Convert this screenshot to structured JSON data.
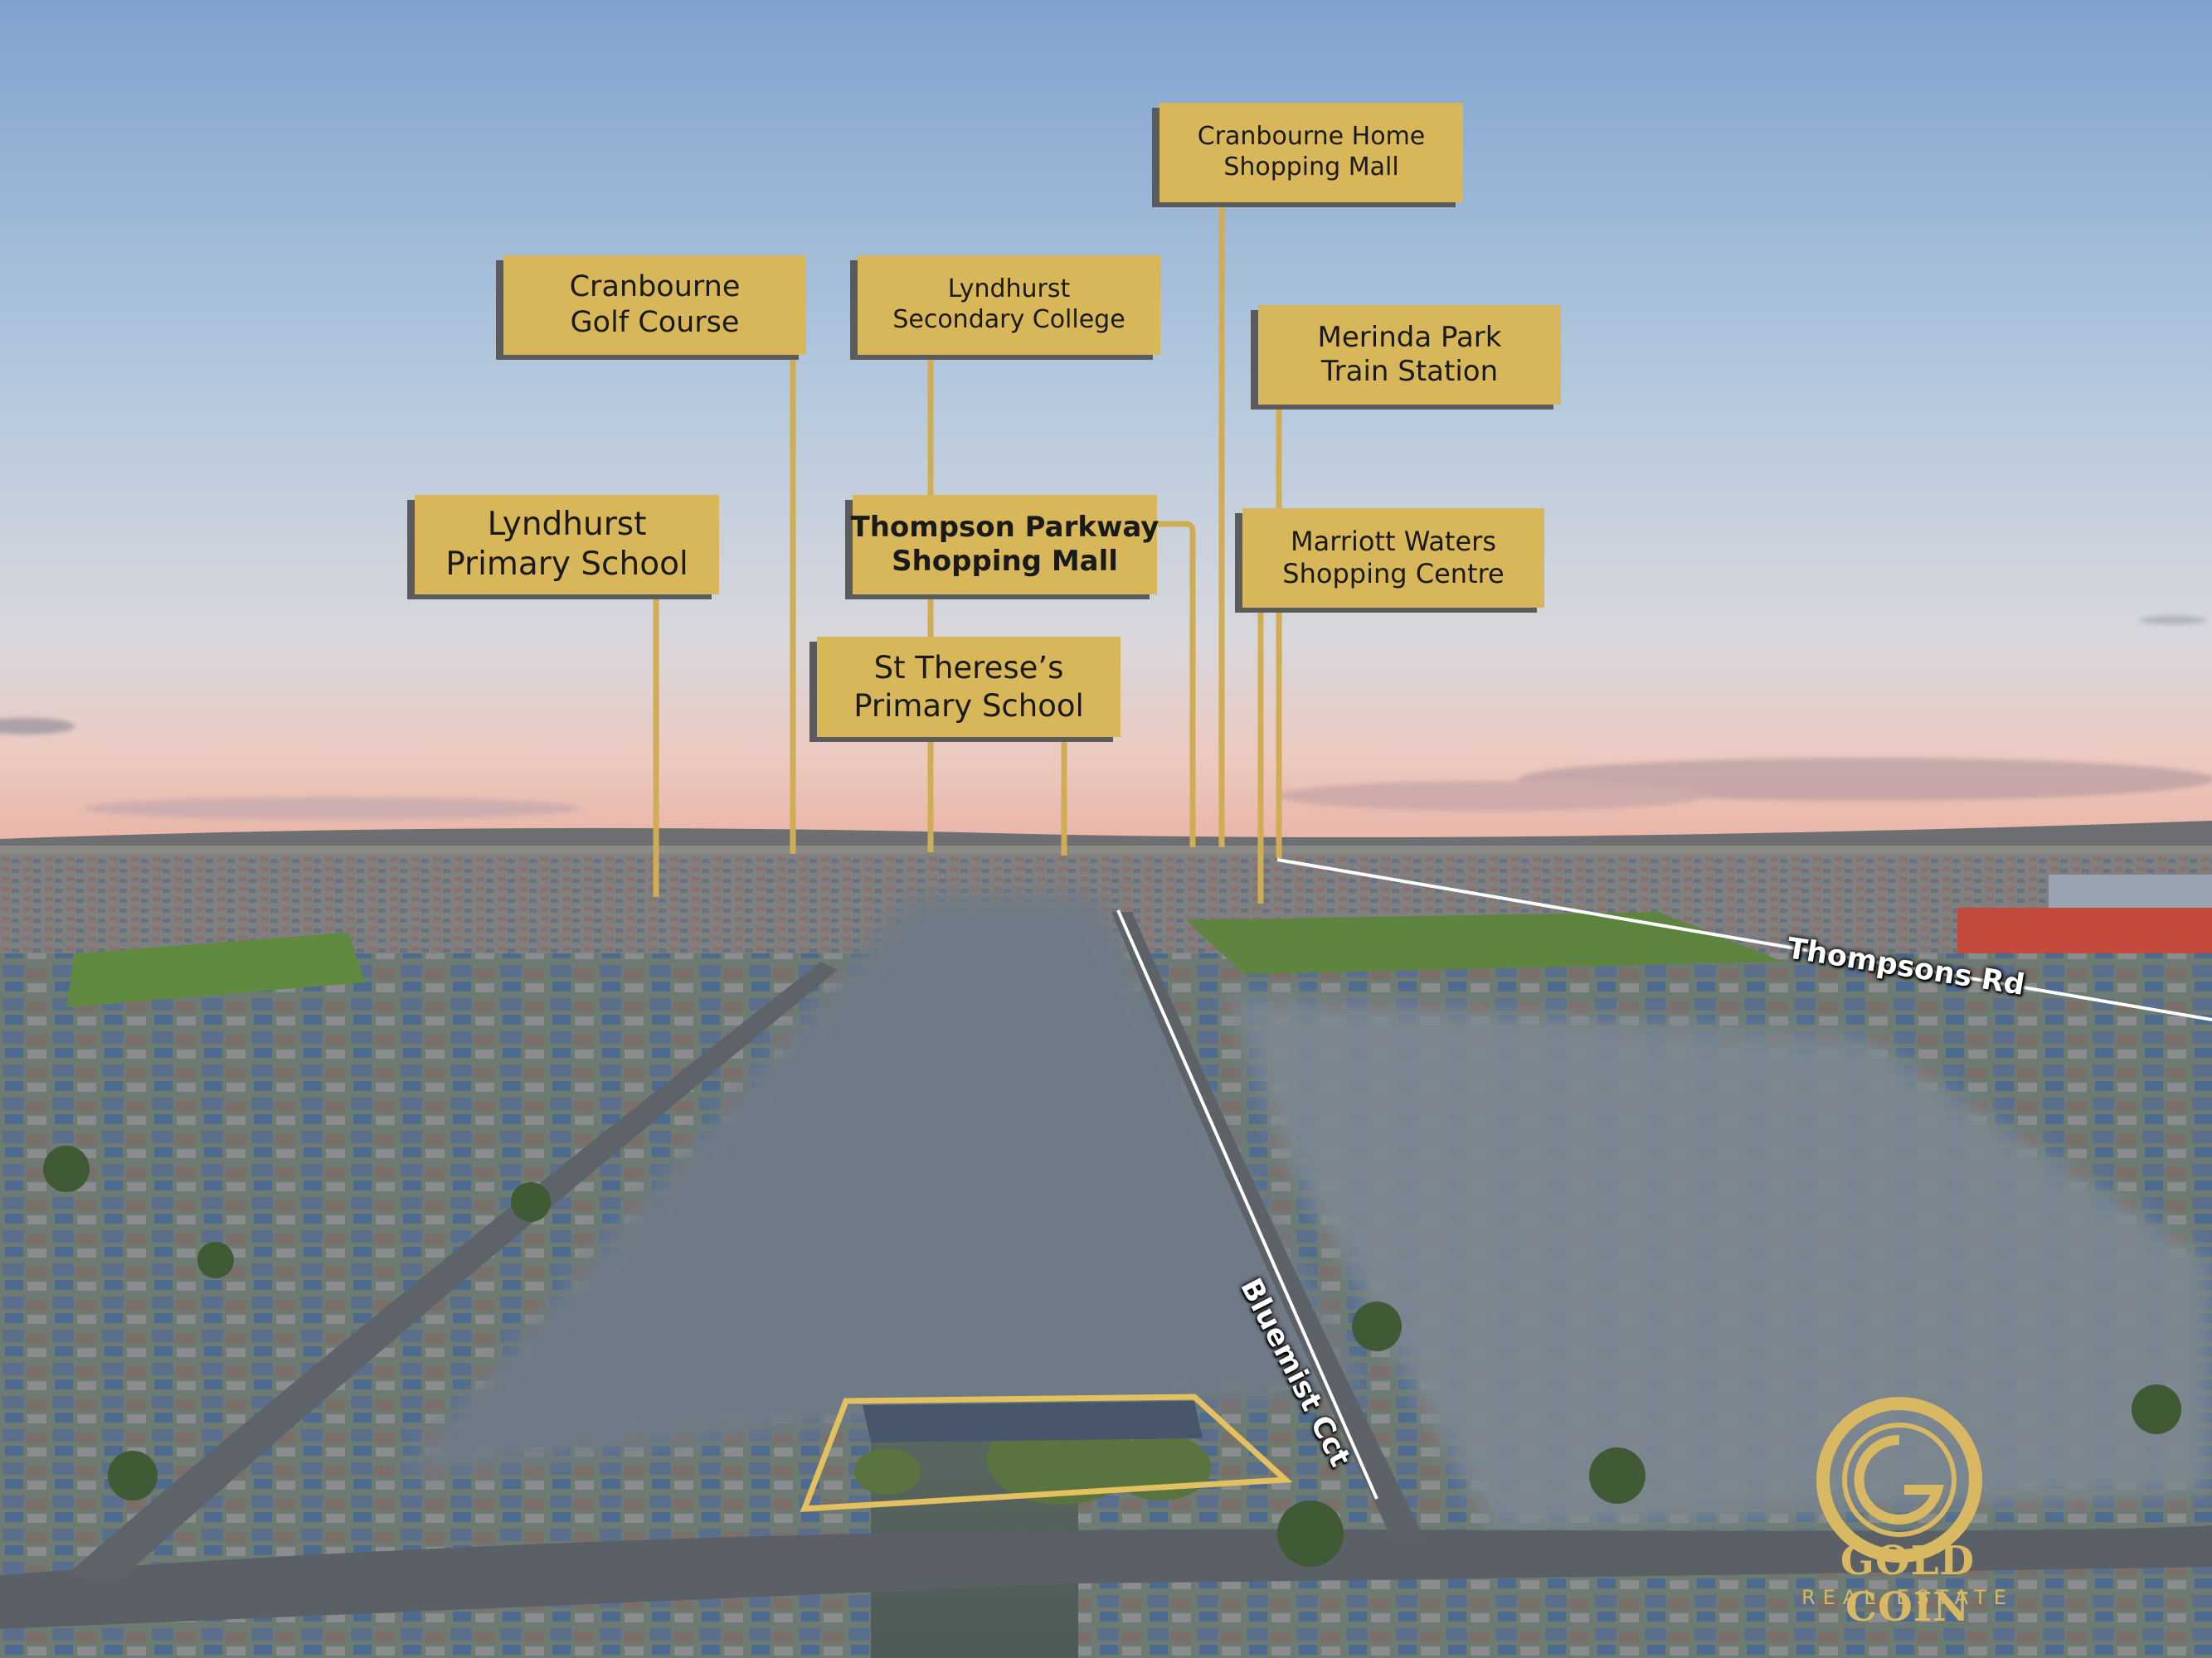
{
  "labels": {
    "golf_course": [
      "Cranbourne",
      "Golf Course"
    ],
    "secondary_college": [
      "Lyndhurst",
      "Secondary College"
    ],
    "home_mall": [
      "Cranbourne Home",
      "Shopping Mall"
    ],
    "train_station": [
      "Merinda Park",
      "Train Station"
    ],
    "primary_school": [
      "Lyndhurst",
      "Primary School"
    ],
    "parkway_mall": [
      "Thompson Parkway",
      "Shopping Mall"
    ],
    "marriott_waters": [
      "Marriott Waters",
      "Shopping Centre"
    ],
    "st_therese": [
      "St Therese’s",
      "Primary School"
    ]
  },
  "roads": {
    "thompsons_rd": "Thompsons Rd",
    "bluemist_cct": "Bluemist Cct"
  },
  "logo": {
    "name": "GOLD COIN",
    "tagline": "REAL ESTATE"
  },
  "colors": {
    "label_fill": "#d8b75a",
    "logo_gold": "#d9b863",
    "boundary": "#e3c060"
  }
}
